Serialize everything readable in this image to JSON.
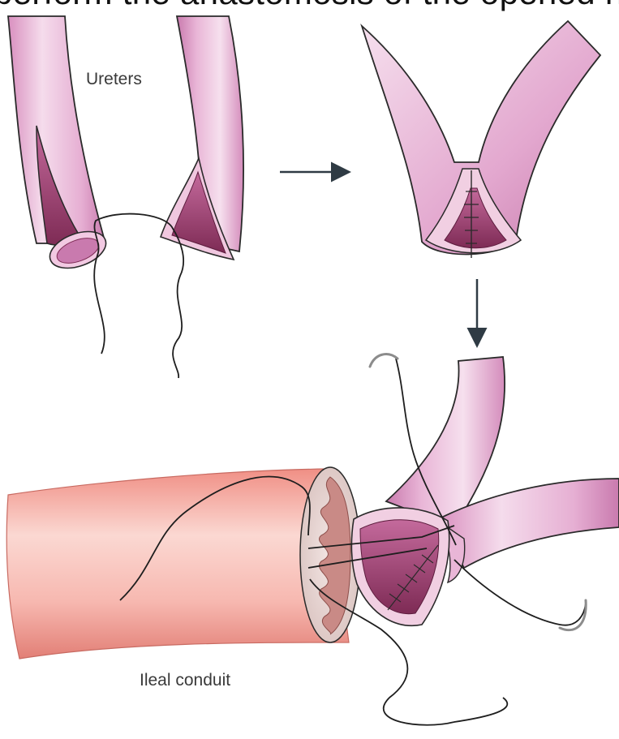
{
  "caption": "perform the anastomosis of the opened right and left ureters (Wallace I), and",
  "labels": {
    "ureters": "Ureters",
    "ileal_conduit": "Ileal conduit"
  },
  "colors": {
    "ureter_light": "#f3d6ea",
    "ureter_mid": "#e3a8cf",
    "ureter_dark": "#c97aae",
    "lumen": "#a84a7c",
    "lumen_deep": "#7e2b55",
    "ileum_light": "#fbd5cf",
    "ileum_mid": "#f2a79f",
    "ileum_dark": "#e27f76",
    "outline": "#2a2a2a",
    "arrow": "#2f3b44",
    "suture": "#1e1e1e",
    "needle": "#8c8c8c"
  }
}
